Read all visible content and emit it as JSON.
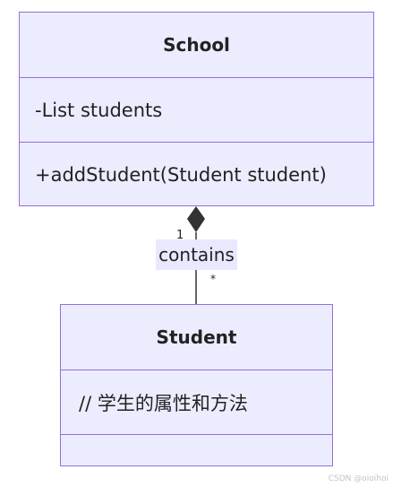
{
  "colors": {
    "class_fill": "#ececff",
    "class_border": "#9370db",
    "edge_line": "#333333",
    "label_fill": "#e8e8ff"
  },
  "classes": {
    "school": {
      "name": "School",
      "attributes": [
        "-List students"
      ],
      "methods": [
        "+addStudent(Student student)"
      ]
    },
    "student": {
      "name": "Student",
      "attributes": [
        "// 学生的属性和方法"
      ],
      "methods": []
    }
  },
  "relation": {
    "type": "composition",
    "label": "contains",
    "source_multiplicity": "1",
    "target_multiplicity": "*"
  },
  "watermark": "CSDN @oioihoi"
}
